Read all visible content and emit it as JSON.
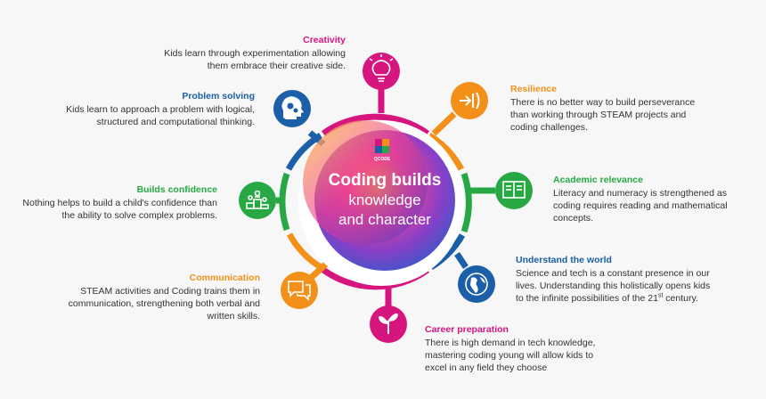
{
  "center": {
    "logo_text": "QCODE",
    "line1": "Coding builds",
    "line2": "knowledge",
    "line3": "and character"
  },
  "colors": {
    "magenta": "#d6157f",
    "orange": "#f39019",
    "green": "#27a844",
    "blue": "#1b5fa8"
  },
  "items": [
    {
      "key": "creativity",
      "title": "Creativity",
      "color": "#d6157f",
      "icon": "lightbulb-icon",
      "text": "Kids learn through experimentation allowing them embrace their creative side."
    },
    {
      "key": "resilience",
      "title": "Resilience",
      "color": "#f39019",
      "icon": "rebound-arrow-icon",
      "text": "There is no better way to build perseverance than working through STEAM projects and coding challenges."
    },
    {
      "key": "academic",
      "title": "Academic relevance",
      "color": "#27a844",
      "icon": "book-icon",
      "text": "Literacy and numeracy is strengthened as coding requires reading and mathematical concepts."
    },
    {
      "key": "world",
      "title": "Understand the world",
      "color": "#1b5fa8",
      "icon": "globe-icon",
      "text_a": "Science and tech is a constant presence in our lives. Understanding this holistically opens kids to the infinite possibilities of the 21",
      "sup": "st",
      "text_b": " century."
    },
    {
      "key": "career",
      "title": "Career preparation",
      "color": "#d6157f",
      "icon": "sprout-icon",
      "text": "There is high demand in tech knowledge, mastering coding young will allow kids to excel in any field they choose"
    },
    {
      "key": "communication",
      "title": "Communication",
      "color": "#f39019",
      "icon": "chat-bubbles-icon",
      "text": "STEAM activities and Coding trains them in communication, strengthening both verbal and written skills."
    },
    {
      "key": "confidence",
      "title": "Builds confidence",
      "color": "#27a844",
      "icon": "podium-icon",
      "text": "Nothing helps to build a child's confidence than the ability to solve complex problems."
    },
    {
      "key": "problem",
      "title": "Problem solving",
      "color": "#1b5fa8",
      "icon": "head-gears-icon",
      "text": "Kids learn to approach a problem with logical, structured and computational thinking."
    }
  ]
}
